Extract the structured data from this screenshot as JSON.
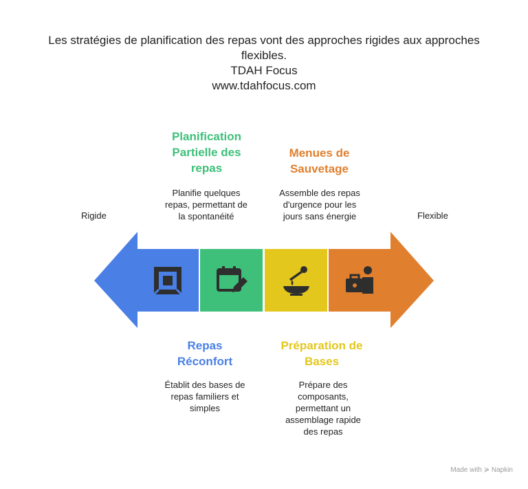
{
  "title": {
    "line1": "Les stratégies de planification des repas vont des approches rigides aux approches",
    "line2": "flexibles.",
    "line3": "TDAH Focus",
    "line4": "www.tdahfocus.com"
  },
  "axis": {
    "left": "Rigide",
    "right": "Flexible"
  },
  "colors": {
    "blue": "#4a7fe6",
    "green": "#3ec07a",
    "yellow": "#e3c71c",
    "orange": "#e07f2e"
  },
  "items": [
    {
      "h1": "Repas",
      "h2": "Réconfort",
      "h3": "",
      "d1": "Établit des bases de",
      "d2": "repas familiers et",
      "d3": "simples",
      "d4": "",
      "icon": "square-frame-icon"
    },
    {
      "h1": "Planification",
      "h2": "Partielle des",
      "h3": "repas",
      "d1": "Planifie quelques",
      "d2": "repas, permettant de",
      "d3": "la spontanéité",
      "d4": "",
      "icon": "calendar-edit-icon"
    },
    {
      "h1": "Préparation de",
      "h2": "Bases",
      "h3": "",
      "d1": "Prépare des",
      "d2": "composants,",
      "d3": "permettant un",
      "d4": "assemblage rapide",
      "d5": "des repas",
      "icon": "honey-bowl-icon"
    },
    {
      "h1": "Menues de",
      "h2": "Sauvetage",
      "h3": "",
      "d1": "Assemble des repas",
      "d2": "d'urgence pour les",
      "d3": "jours sans énergie",
      "d4": "",
      "icon": "first-aid-kit-person-icon"
    }
  ],
  "footer": {
    "made_with": "Made with",
    "brand": "Napkin"
  }
}
